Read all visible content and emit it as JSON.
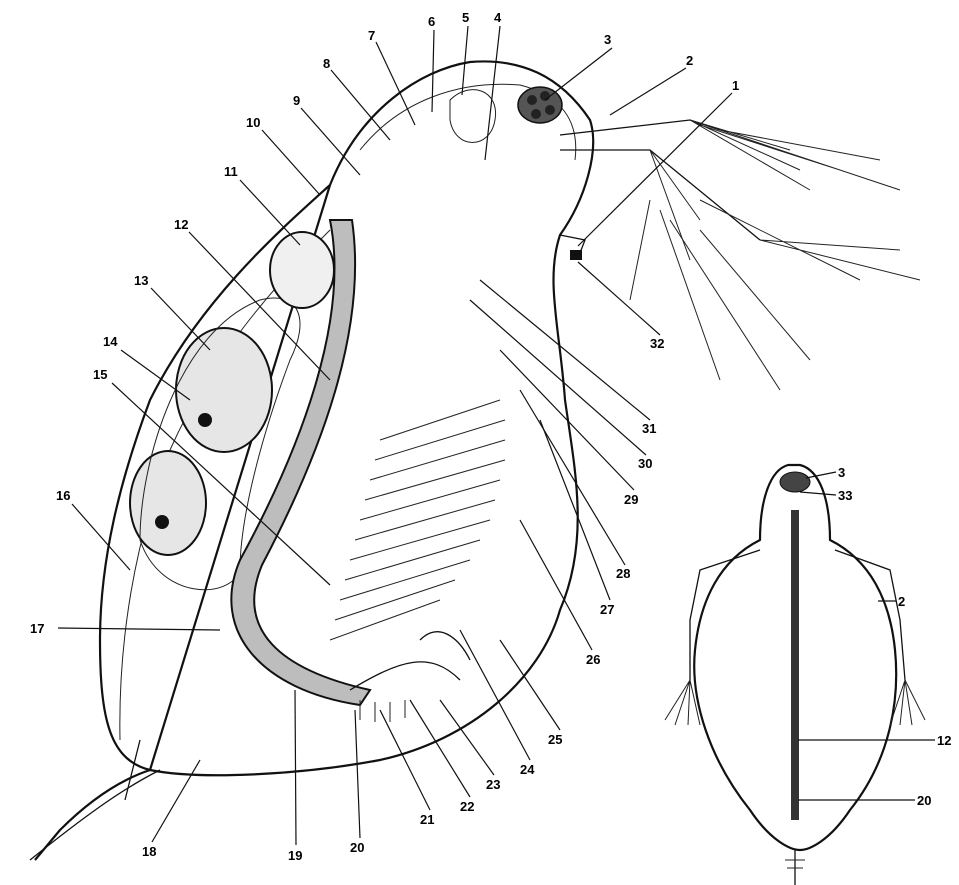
{
  "labels": {
    "l1": "1",
    "l2": "2",
    "l3": "3",
    "l4": "4",
    "l5": "5",
    "l6": "6",
    "l7": "7",
    "l8": "8",
    "l9": "9",
    "l10": "10",
    "l11": "11",
    "l12": "12",
    "l13": "13",
    "l14": "14",
    "l15": "15",
    "l16": "16",
    "l17": "17",
    "l18": "18",
    "l19": "19",
    "l20": "20",
    "l21": "21",
    "l22": "22",
    "l23": "23",
    "l24": "24",
    "l25": "25",
    "l26": "26",
    "l27": "27",
    "l28": "28",
    "l29": "29",
    "l30": "30",
    "l31": "31",
    "l32": "32"
  },
  "inset_labels": {
    "l3": "3",
    "l33": "33",
    "l2": "2",
    "l12": "12",
    "l20": "20"
  }
}
